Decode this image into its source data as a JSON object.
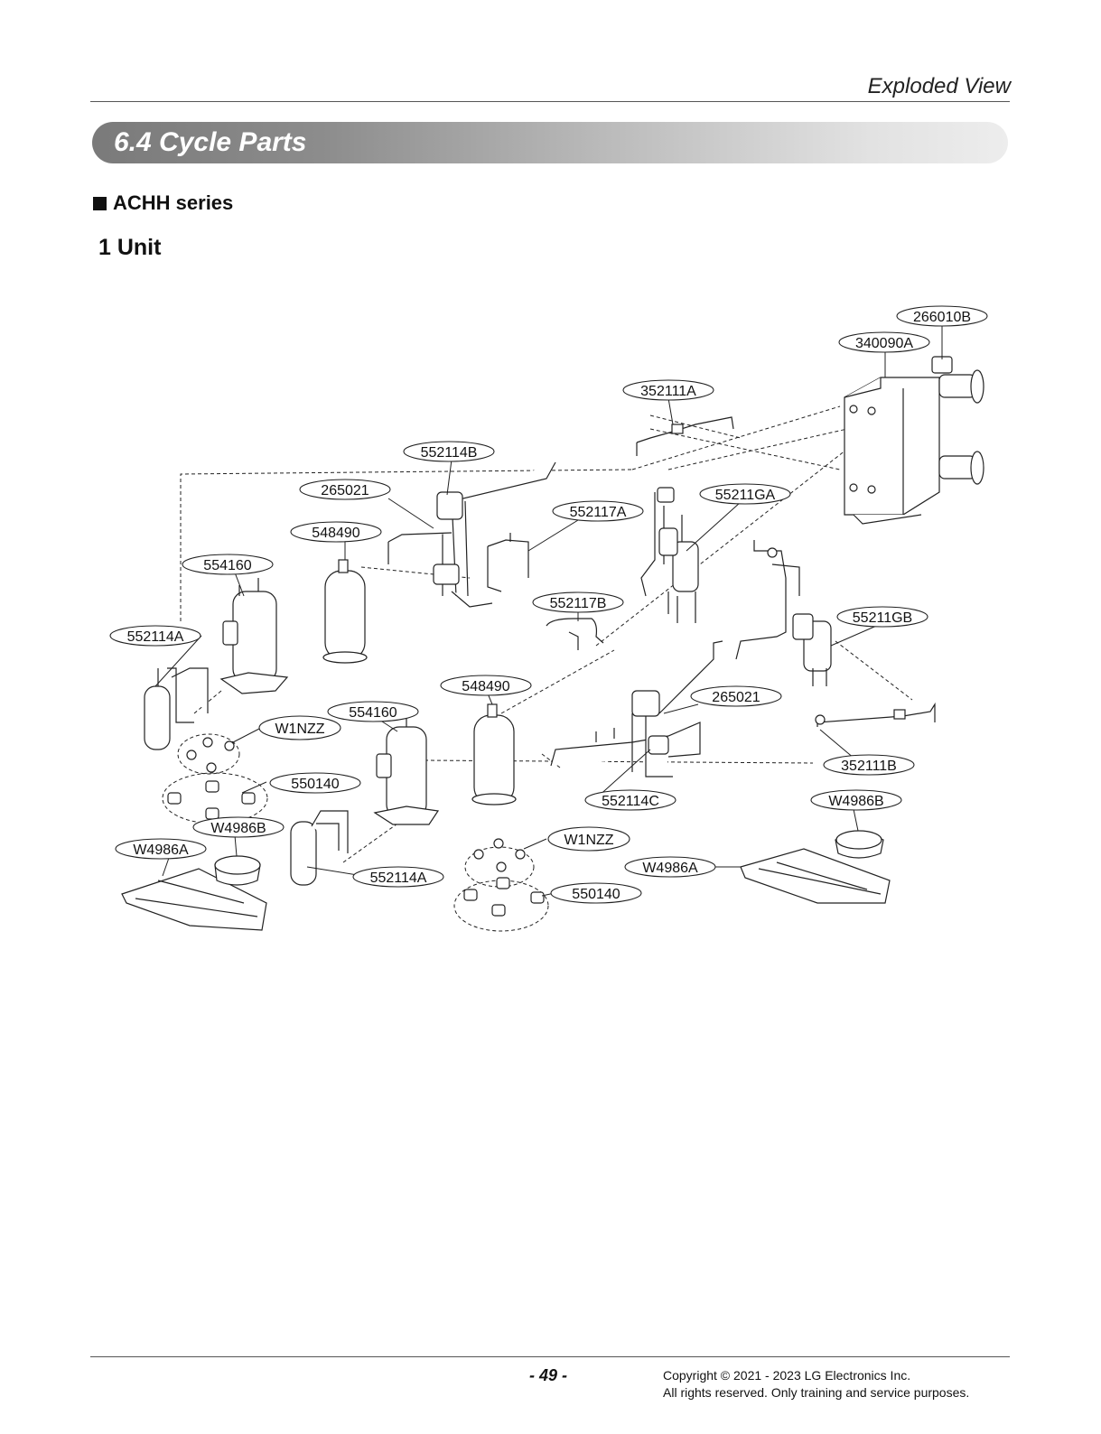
{
  "header": {
    "title": "Exploded View"
  },
  "section": {
    "title": "6.4 Cycle Parts"
  },
  "series_heading": "ACHH series",
  "unit_heading": "1 Unit",
  "callouts": [
    "266010B",
    "340090A",
    "352111A",
    "552114B",
    "265021",
    "55211GA",
    "552117A",
    "548490",
    "554160",
    "552117B",
    "55211GB",
    "552114A",
    "548490",
    "265021",
    "554160",
    "W1NZZ",
    "550140",
    "352111B",
    "552114C",
    "W4986B",
    "W4986B",
    "W4986A",
    "W1NZZ",
    "W4986A",
    "552114A",
    "550140"
  ],
  "footer": {
    "page_number": "- 49 -",
    "copyright_line1": "Copyright © 2021 - 2023 LG Electronics Inc.",
    "copyright_line2": "All rights reserved. Only training and service purposes."
  }
}
